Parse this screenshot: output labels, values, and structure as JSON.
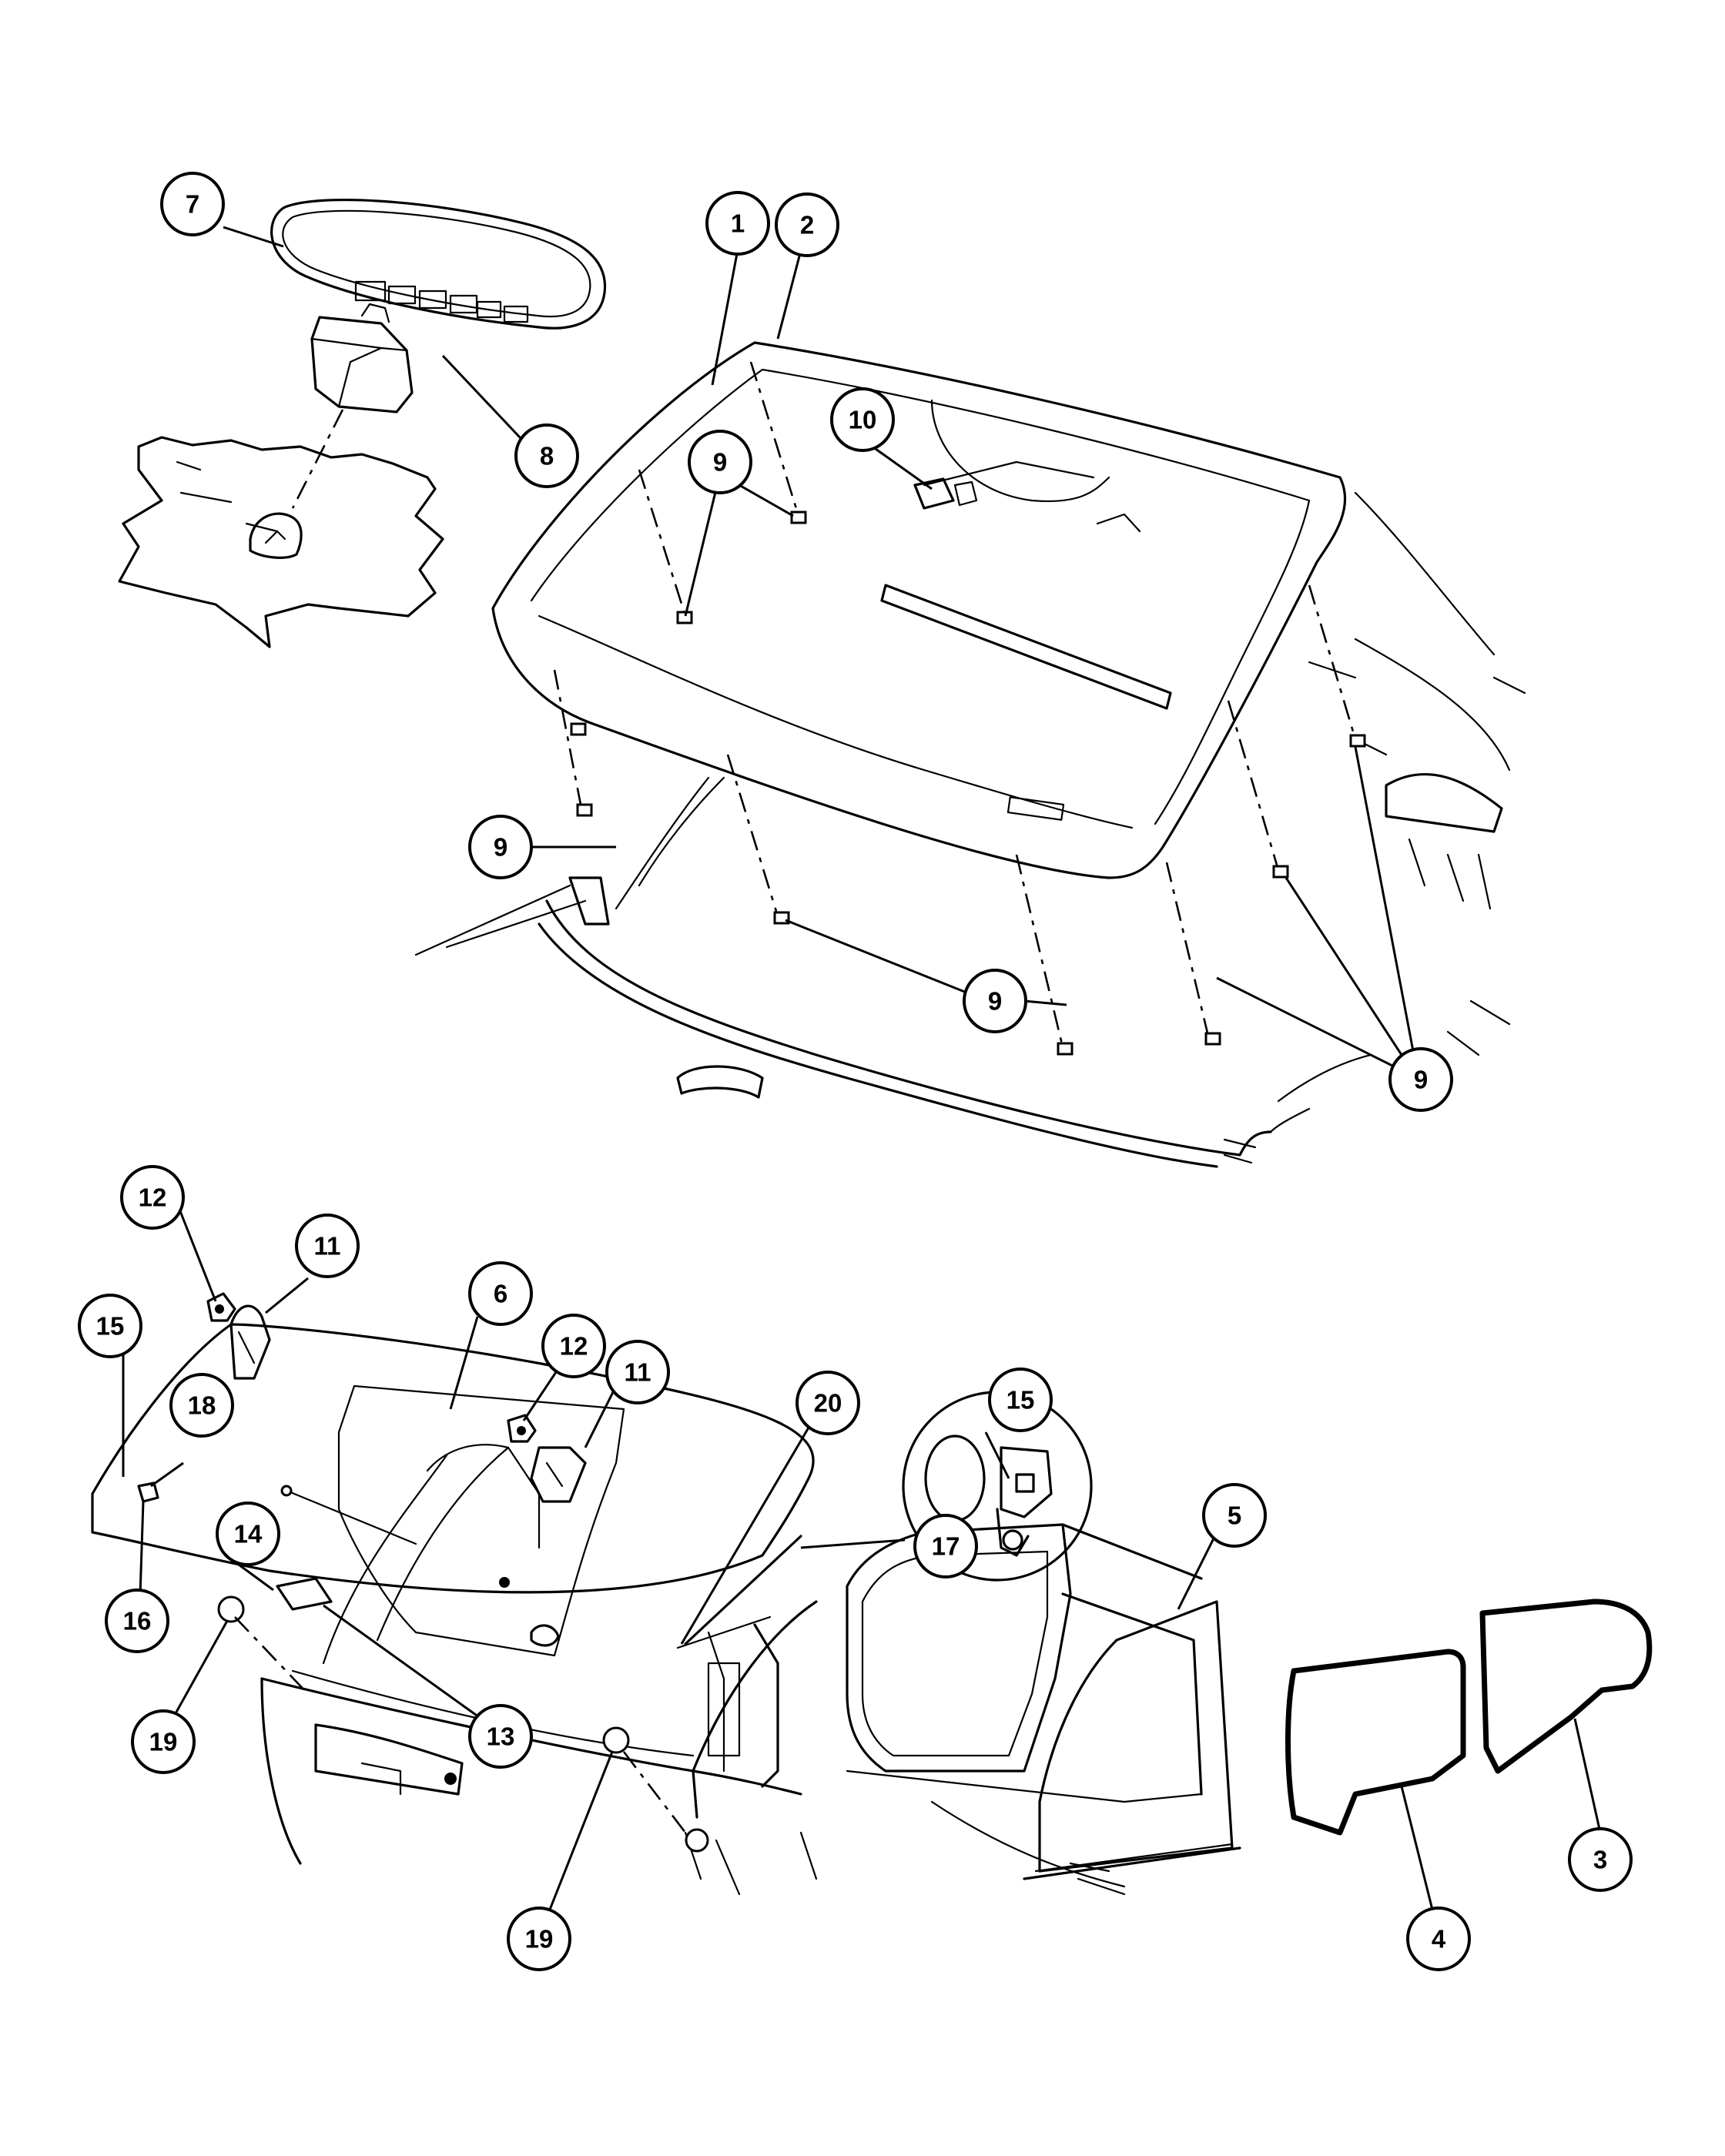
{
  "callouts": [
    {
      "label": "7"
    },
    {
      "label": "8"
    },
    {
      "label": "1"
    },
    {
      "label": "2"
    },
    {
      "label": "10"
    },
    {
      "label": "9"
    },
    {
      "label": "9"
    },
    {
      "label": "9"
    },
    {
      "label": "9"
    },
    {
      "label": "12"
    },
    {
      "label": "11"
    },
    {
      "label": "15"
    },
    {
      "label": "6"
    },
    {
      "label": "18"
    },
    {
      "label": "12"
    },
    {
      "label": "11"
    },
    {
      "label": "20"
    },
    {
      "label": "15"
    },
    {
      "label": "16"
    },
    {
      "label": "14"
    },
    {
      "label": "17"
    },
    {
      "label": "5"
    },
    {
      "label": "19"
    },
    {
      "label": "13"
    },
    {
      "label": "19"
    },
    {
      "label": "4"
    },
    {
      "label": "3"
    }
  ]
}
